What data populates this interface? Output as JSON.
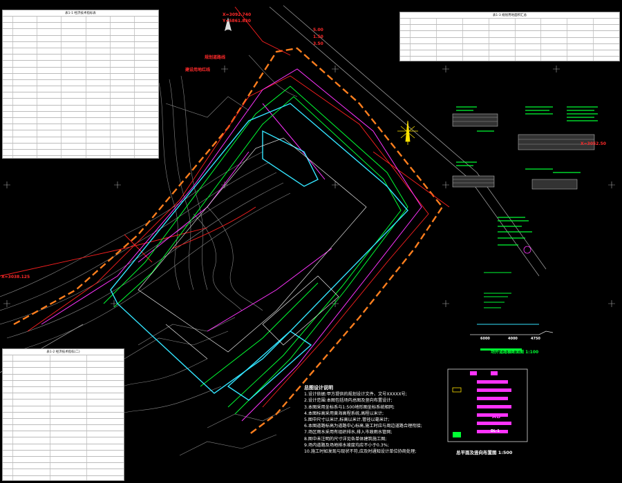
{
  "drawing": {
    "plan_title": "总平面及竖向布置图 1:500",
    "road_section_title": "场外道路横断面图 1:100",
    "section_dims": [
      "6000",
      "4000",
      "4750"
    ],
    "labels": {
      "boundary_1": "规划道路线",
      "boundary_2": "建设用地红线",
      "coord_top_1": "X=3092.740",
      "coord_top_2": "Y=5861.830",
      "coord_left": "X=3038.125",
      "coord_right": "X=3052.50",
      "dim_1": "5.00",
      "dim_2": "1.50",
      "dim_3": "3.50"
    },
    "legend_markers": [
      "AB",
      "DL-1"
    ]
  },
  "tables": {
    "top_left_title": "表1-1 经济技术指标表",
    "top_right_title": "表1-3 规划用地面积汇总",
    "bottom_left_title": "表1-2 经济技术指标(二)"
  },
  "notes": {
    "title": "总图设计说明",
    "items": [
      "1.设计依据:甲方提供的规划设计文件、文号XXXXX号;",
      "2.设计范围:本图包括场内总图及竖向布置设计;",
      "3.本图采用坐标系与1:500地形图坐标系统相同;",
      "4.本图标高采用黄海高程系统,高程以米计;",
      "5.图中尺寸以米计,标高以米计,管径以毫米计;",
      "6.本图道路标高为道路中心标高,施工时应与周边道路合理衔接;",
      "7.场区雨水采用有组织排水,排入市政雨水管网;",
      "8.图中未注明的尺寸详见各单体建筑施工图;",
      "9.场内道路及场地排水坡度均应不小于0.3%;",
      "10.施工时如发现与现状不符,应及时通知设计单位协商处理;"
    ]
  }
}
